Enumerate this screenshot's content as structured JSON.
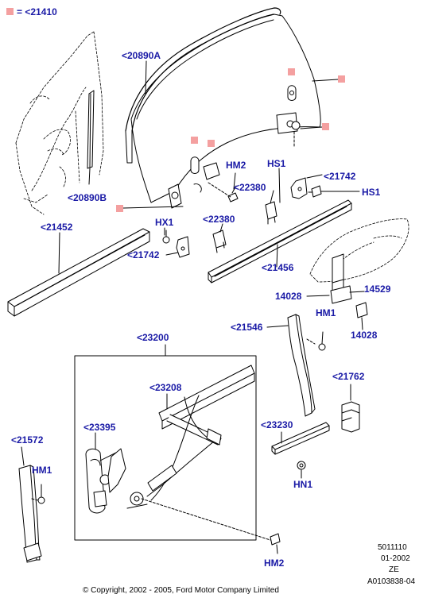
{
  "colors": {
    "label": "#1a1aa6",
    "line": "#000000",
    "accent_square": "#f4a0a0",
    "background": "#ffffff"
  },
  "legend": {
    "symbol": "=",
    "code": "<21410"
  },
  "callouts": {
    "c20890A": "<20890A",
    "c20890B": "<20890B",
    "c21452": "<21452",
    "c21742a": "<21742",
    "c21742b": "<21742",
    "c21456": "<21456",
    "c22380a": "<22380",
    "c22380b": "<22380",
    "hm2_top": "HM2",
    "hs1_a": "HS1",
    "hs1_b": "HS1",
    "hx1": "HX1",
    "c23200": "<23200",
    "c23208": "<23208",
    "c23395": "<23395",
    "c21572": "<21572",
    "hm1_a": "HM1",
    "hm1_b": "HM1",
    "c21546": "<21546",
    "c14028a": "14028",
    "c14028b": "14028",
    "c14529": "14529",
    "c21762": "<21762",
    "c23230": "<23230",
    "hn1": "HN1",
    "hm2_bottom": "HM2"
  },
  "refs": {
    "line1": "5011110",
    "line2": "01-2002",
    "line3": "ZE",
    "line4": "A0103838-04"
  },
  "copyright": "© Copyright, 2002 - 2005, Ford Motor Company Limited"
}
